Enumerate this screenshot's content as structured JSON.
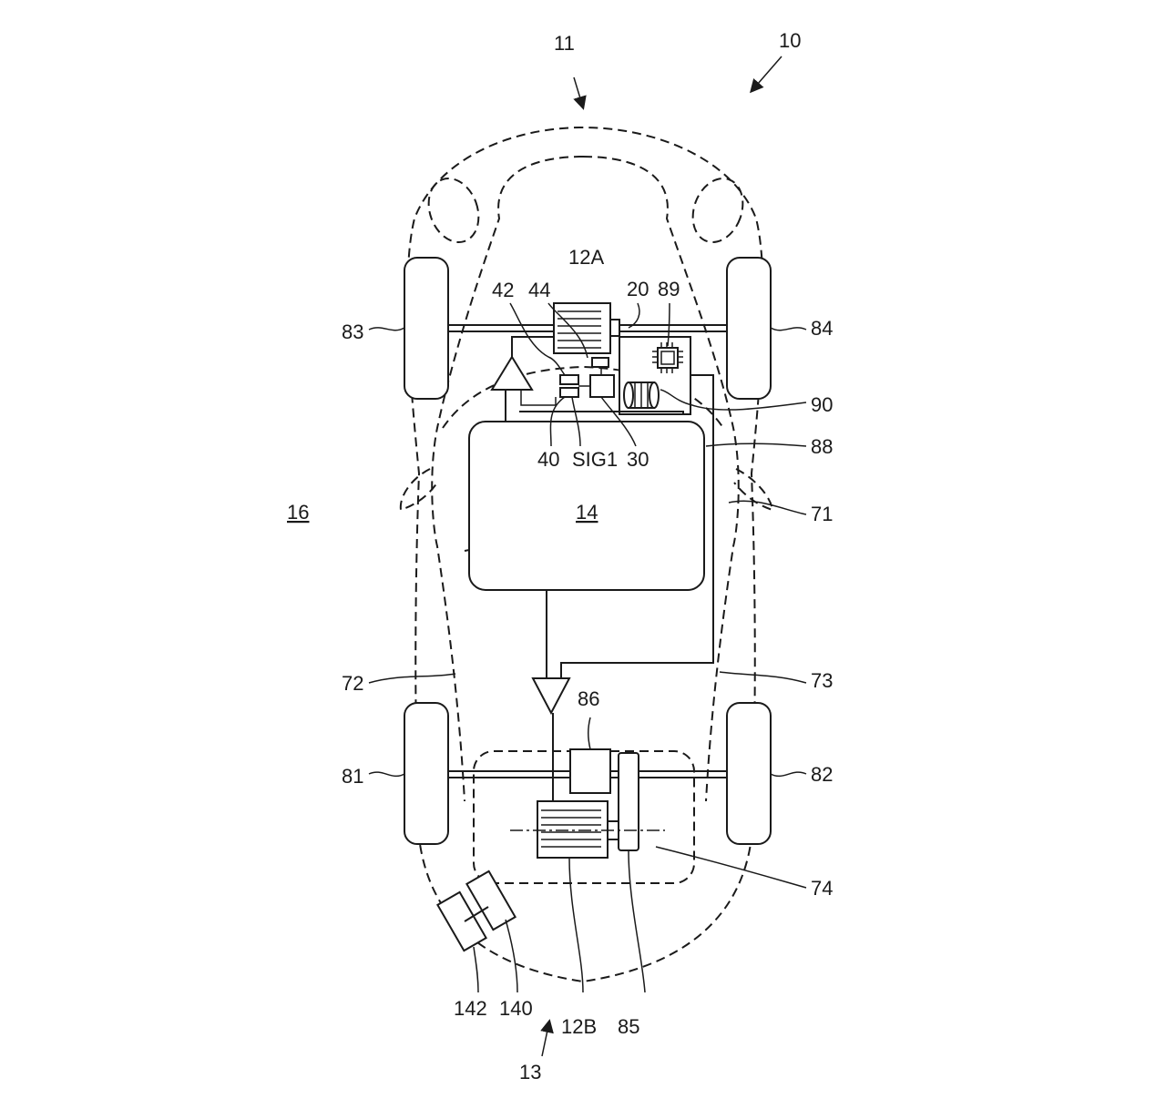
{
  "labels": {
    "vehicle_system": "10",
    "front": "11",
    "rear": "13",
    "environment": "16",
    "motor_front": "12A",
    "motor_rear": "12B",
    "battery": "14",
    "inverter_controller": "20",
    "processor": "89",
    "memory": "90",
    "harness": "88",
    "frame_right": "71",
    "frame_left": "72",
    "frame_right_rear": "73",
    "rear_subframe": "74",
    "wheel_rear_left": "81",
    "wheel_rear_right": "82",
    "wheel_front_left": "83",
    "wheel_front_right": "84",
    "gearbox": "85",
    "module_86": "86",
    "sensor_40": "40",
    "signal": "SIG1",
    "module_30": "30",
    "module_42": "42",
    "module_44": "44",
    "pedal_140": "140",
    "pedal_142": "142"
  }
}
